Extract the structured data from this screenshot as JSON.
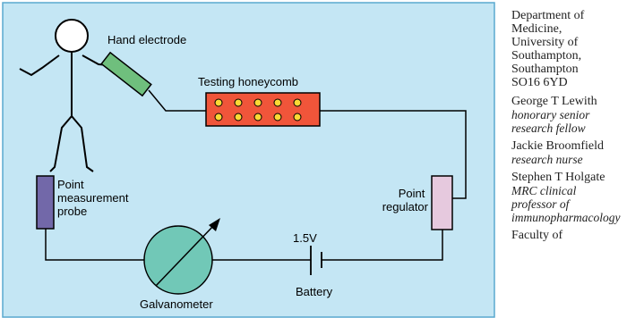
{
  "diagram": {
    "labels": {
      "hand_electrode": "Hand electrode",
      "testing_honeycomb": "Testing honeycomb",
      "point_measurement_probe": [
        "Point",
        "measurement",
        "probe"
      ],
      "point_regulator": [
        "Point",
        "regulator"
      ],
      "voltage": "1.5V",
      "battery": "Battery",
      "galvanometer": "Galvanometer"
    },
    "colors": {
      "panel_background": "#c4e6f4",
      "panel_border": "#5aa9cf",
      "hand_electrode": "#6fbf7d",
      "honeycomb": "#f0553a",
      "honeycomb_cells": "#fdd835",
      "probe": "#7268a9",
      "regulator": "#e6c9de",
      "galvanometer": "#71c8b7"
    },
    "honeycomb_cells": 10
  },
  "sidebar": {
    "affiliation": "Department of\nMedicine,\nUniversity of\nSouthampton,\nSouthampton\nSO16 6YD",
    "people": [
      {
        "name": "George T Lewith",
        "role": "honorary senior\nresearch fellow"
      },
      {
        "name": "Jackie Broomfield",
        "role": "research nurse"
      },
      {
        "name": "Stephen T Holgate",
        "role": "MRC clinical\nprofessor of\nimmunopharmacology"
      }
    ],
    "affiliation_2": "Faculty of"
  }
}
